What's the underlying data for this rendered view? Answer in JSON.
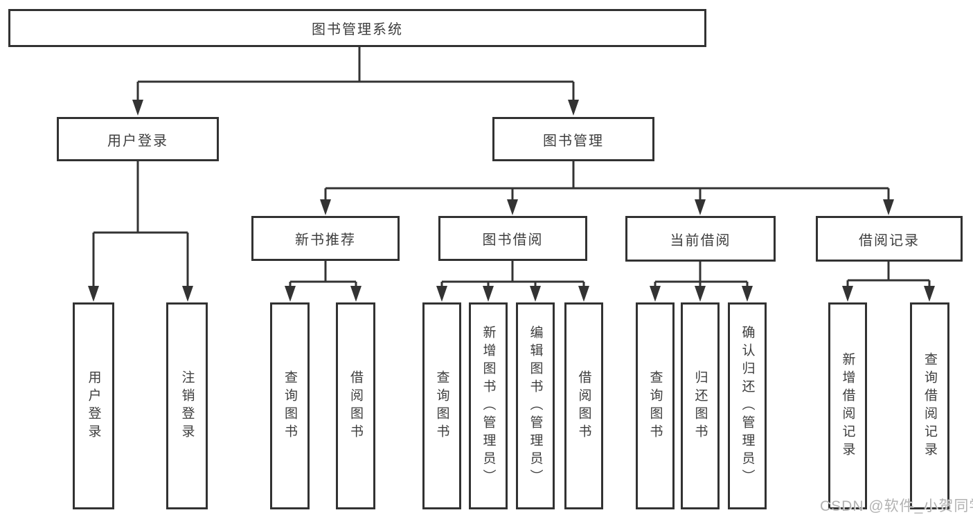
{
  "diagram": {
    "title_node": {
      "label": "图书管理系统"
    },
    "level2": {
      "login": {
        "label": "用户登录"
      },
      "management": {
        "label": "图书管理"
      }
    },
    "level3": {
      "new_books": {
        "label": "新书推荐"
      },
      "borrowing": {
        "label": "图书借阅"
      },
      "current_borrow": {
        "label": "当前借阅"
      },
      "borrow_records": {
        "label": "借阅记录"
      }
    },
    "leaves": {
      "login": [
        "用户登录",
        "注销登录"
      ],
      "new_books": [
        "查询图书",
        "借阅图书"
      ],
      "borrowing": [
        "查询图书",
        "新增图书（管理员）",
        "编辑图书（管理员）",
        "借阅图书"
      ],
      "current_borrow": [
        "查询图书",
        "归还图书",
        "确认归还（管理员）"
      ],
      "borrow_records": [
        "新增借阅记录",
        "查询借阅记录"
      ]
    },
    "watermark": "CSDN @软件_小贺同学",
    "colors": {
      "line": "#333333",
      "box_border": "#323232",
      "text": "#3d3d3d",
      "watermark": "#aaaaaa",
      "background": "#ffffff"
    }
  }
}
